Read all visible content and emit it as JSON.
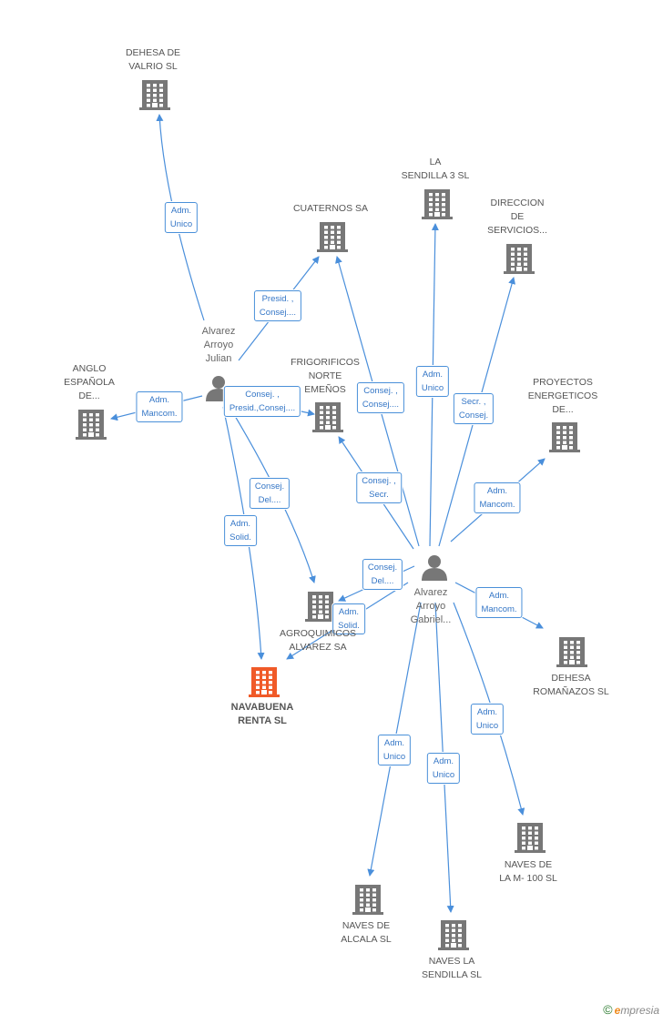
{
  "colors": {
    "edge": "#4a8fdb",
    "building": "#777777",
    "focus": "#f05a28",
    "person": "#777777"
  },
  "brand": {
    "copyright": "©",
    "initial": "e",
    "rest": "mpresia"
  },
  "nodes": [
    {
      "id": "dehesa_valrio",
      "kind": "company",
      "label": [
        "DEHESA DE",
        "VALRIO SL"
      ]
    },
    {
      "id": "la_sendilla3",
      "kind": "company",
      "label": [
        "LA",
        "SENDILLA 3 SL"
      ]
    },
    {
      "id": "cuaternos",
      "kind": "company",
      "label": [
        "CUATERNOS SA"
      ]
    },
    {
      "id": "direccion",
      "kind": "company",
      "label": [
        "DIRECCION",
        "DE",
        "SERVICIOS..."
      ]
    },
    {
      "id": "alvarez_julian",
      "kind": "person",
      "label": [
        "Alvarez",
        "Arroyo",
        "Julian"
      ]
    },
    {
      "id": "anglo",
      "kind": "company",
      "label": [
        "ANGLO",
        "ESPAÑOLA",
        "DE..."
      ]
    },
    {
      "id": "frigorificos",
      "kind": "company",
      "label": [
        "FRIGORIFICOS",
        "NORTE",
        "EMEÑOS"
      ]
    },
    {
      "id": "proyectos",
      "kind": "company",
      "label": [
        "PROYECTOS",
        "ENERGETICOS",
        "DE..."
      ]
    },
    {
      "id": "alvarez_gabriel",
      "kind": "person",
      "label": [
        "Alvarez",
        "Arroyo",
        "Gabriel..."
      ]
    },
    {
      "id": "agroquimicos",
      "kind": "company",
      "label": [
        "AGROQUIMICOS",
        "ALVAREZ SA"
      ]
    },
    {
      "id": "dehesa_romanazos",
      "kind": "company",
      "label": [
        "DEHESA",
        "ROMAÑAZOS SL"
      ]
    },
    {
      "id": "navabuena",
      "kind": "focus",
      "label": [
        "NAVABUENA",
        "RENTA SL"
      ]
    },
    {
      "id": "naves_m100",
      "kind": "company",
      "label": [
        "NAVES DE",
        "LA M- 100 SL"
      ]
    },
    {
      "id": "naves_alcala",
      "kind": "company",
      "label": [
        "NAVES DE",
        "ALCALA SL"
      ]
    },
    {
      "id": "naves_sendilla",
      "kind": "company",
      "label": [
        "NAVES LA",
        "SENDILLA SL"
      ]
    }
  ],
  "edges": [
    {
      "from": "alvarez_julian",
      "to": "dehesa_valrio",
      "label": [
        "Adm.",
        "Unico"
      ]
    },
    {
      "from": "alvarez_julian",
      "to": "cuaternos",
      "label": [
        "Presid. ,",
        "Consej...."
      ]
    },
    {
      "from": "alvarez_julian",
      "to": "anglo",
      "label": [
        "Adm.",
        "Mancom."
      ]
    },
    {
      "from": "alvarez_julian",
      "to": "frigorificos",
      "label": [
        "Consej. ,",
        "Presid.,Consej...."
      ]
    },
    {
      "from": "alvarez_julian",
      "to": "agroquimicos",
      "label": [
        "Consej.",
        "Del...."
      ]
    },
    {
      "from": "alvarez_julian",
      "to": "navabuena",
      "label": [
        "Adm.",
        "Solid."
      ]
    },
    {
      "from": "alvarez_gabriel",
      "to": "cuaternos",
      "label": [
        "Consej. ,",
        "Consej...."
      ]
    },
    {
      "from": "alvarez_gabriel",
      "to": "la_sendilla3",
      "label": [
        "Adm.",
        "Unico"
      ]
    },
    {
      "from": "alvarez_gabriel",
      "to": "direccion",
      "label": [
        "Secr. ,",
        "Consej."
      ]
    },
    {
      "from": "alvarez_gabriel",
      "to": "frigorificos",
      "label": [
        "Consej. ,",
        "Secr."
      ]
    },
    {
      "from": "alvarez_gabriel",
      "to": "proyectos",
      "label": [
        "Adm.",
        "Mancom."
      ]
    },
    {
      "from": "alvarez_gabriel",
      "to": "agroquimicos",
      "label": [
        "Consej.",
        "Del...."
      ]
    },
    {
      "from": "alvarez_gabriel",
      "to": "navabuena",
      "label": [
        "Adm.",
        "Solid."
      ]
    },
    {
      "from": "alvarez_gabriel",
      "to": "dehesa_romanazos",
      "label": [
        "Adm.",
        "Mancom."
      ]
    },
    {
      "from": "alvarez_gabriel",
      "to": "naves_m100",
      "label": [
        "Adm.",
        "Unico"
      ]
    },
    {
      "from": "alvarez_gabriel",
      "to": "naves_alcala",
      "label": [
        "Adm.",
        "Unico"
      ]
    },
    {
      "from": "alvarez_gabriel",
      "to": "naves_sendilla",
      "label": [
        "Adm.",
        "Unico"
      ]
    }
  ]
}
